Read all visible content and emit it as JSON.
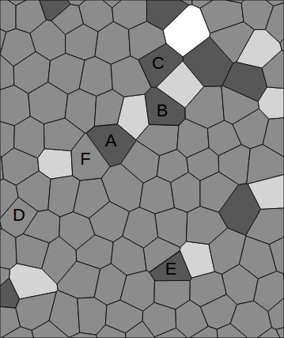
{
  "diagram": {
    "nodes": [
      {
        "text": [
          "C"
        ]
      },
      {
        "text": [
          "B"
        ]
      },
      {
        "text": [
          "A"
        ]
      },
      {
        "text": [
          "F"
        ]
      },
      {
        "text": [
          "D"
        ]
      },
      {
        "text": [
          "E"
        ]
      }
    ]
  }
}
